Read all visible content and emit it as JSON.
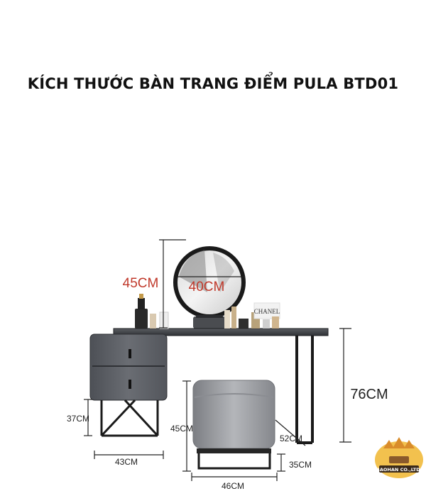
{
  "title": "KÍCH THƯỚC BÀN TRANG ĐIỂM PULA BTD01",
  "dimensions": {
    "mirror_height": "45CM",
    "mirror_width": "40CM",
    "table_height": "76CM",
    "drawer_leg_height": "37CM",
    "drawer_width": "43CM",
    "stool_height": "45CM",
    "stool_depth": "52CM",
    "stool_base_height": "35CM",
    "stool_width": "46CM"
  },
  "product_labels": {
    "perfume_box": "CHANEL"
  },
  "logo": {
    "text": "BAOHAN CO.,LTD."
  },
  "colors": {
    "mirror_label": "#c0392b",
    "table_top": "#3f4247",
    "cabinet": "#595c62",
    "stool": "#9a9ca1",
    "frame": "#1a1a1a"
  }
}
